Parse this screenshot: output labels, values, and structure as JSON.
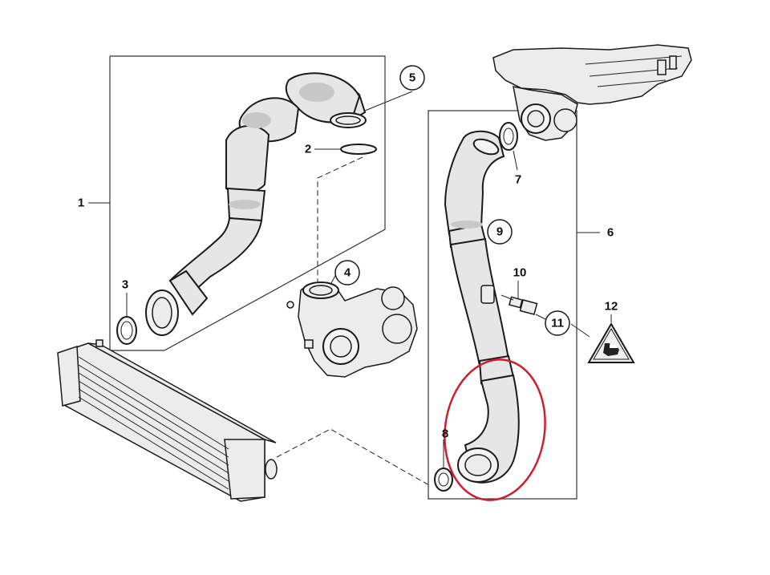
{
  "callouts": [
    {
      "id": "c1",
      "text": "1"
    },
    {
      "id": "c2",
      "text": "2"
    },
    {
      "id": "c3",
      "text": "3"
    },
    {
      "id": "c4",
      "text": "4"
    },
    {
      "id": "c5",
      "text": "5"
    },
    {
      "id": "c6",
      "text": "6"
    },
    {
      "id": "c7",
      "text": "7"
    },
    {
      "id": "c8",
      "text": "8"
    },
    {
      "id": "c9",
      "text": "9"
    },
    {
      "id": "c10",
      "text": "10"
    },
    {
      "id": "c11",
      "text": "11"
    },
    {
      "id": "c12",
      "text": "12"
    }
  ],
  "colors": {
    "highlight": "#cc1f2f",
    "line": "#1a1a1a",
    "part_fill": "#e6e6e6"
  },
  "icons": {
    "warning_triangle": "hand-in-triangle-icon"
  }
}
